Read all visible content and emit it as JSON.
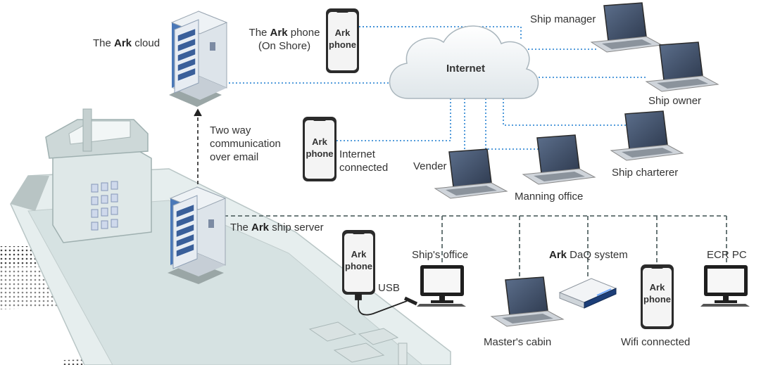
{
  "diagram": {
    "labels": {
      "ark_cloud_pre": "The ",
      "ark_cloud_brand": "Ark",
      "ark_cloud_post": " cloud",
      "ark_phone_pre": "The ",
      "ark_phone_brand": "Ark",
      "ark_phone_post": " phone",
      "ark_phone_sub": "(On Shore)",
      "internet": "Internet",
      "ship_manager": "Ship manager",
      "ship_owner": "Ship owner",
      "ship_charterer": "Ship charterer",
      "manning_office": "Manning office",
      "vender": "Vender",
      "internet_connected_1": "Internet",
      "internet_connected_2": "connected",
      "two_way_1": "Two way",
      "two_way_2": "communication",
      "two_way_3": "over email",
      "ship_server_pre": "The ",
      "ship_server_brand": "Ark",
      "ship_server_post": " ship server",
      "ships_office": "Ship's office",
      "daq_brand": "Ark",
      "daq_post": " DaQ system",
      "ecr_pc": "ECR PC",
      "usb": "USB",
      "masters_cabin": "Master's cabin",
      "wifi_connected": "Wifi connected"
    },
    "phone_text": {
      "line1": "Ark",
      "line2": "phone"
    },
    "colors": {
      "internet_link": "#3d8fd6",
      "lan_link": "#5a6a6a",
      "ship_hull": "#e6eeee",
      "server_blue": "#4a78b8"
    }
  }
}
